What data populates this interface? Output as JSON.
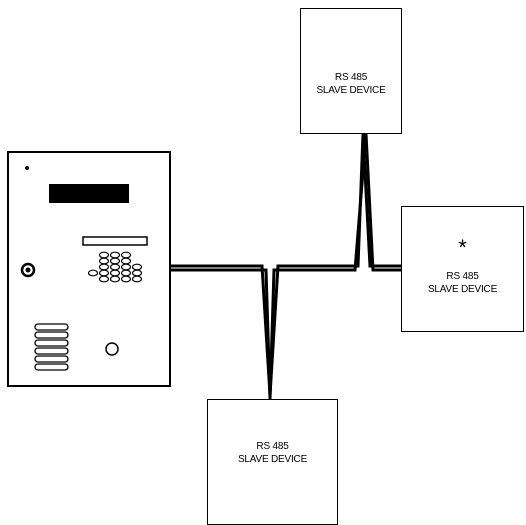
{
  "devices": [
    {
      "id": "top",
      "line1": "RS 485",
      "line2": "SLAVE DEVICE",
      "marker": ""
    },
    {
      "id": "right",
      "line1": "RS 485",
      "line2": "SLAVE DEVICE",
      "marker": "*"
    },
    {
      "id": "bottom",
      "line1": "RS 485",
      "line2": "SLAVE DEVICE",
      "marker": ""
    }
  ],
  "controller": {
    "indicator_dot": "•"
  },
  "colors": {
    "line": "#000000",
    "background": "#ffffff"
  }
}
